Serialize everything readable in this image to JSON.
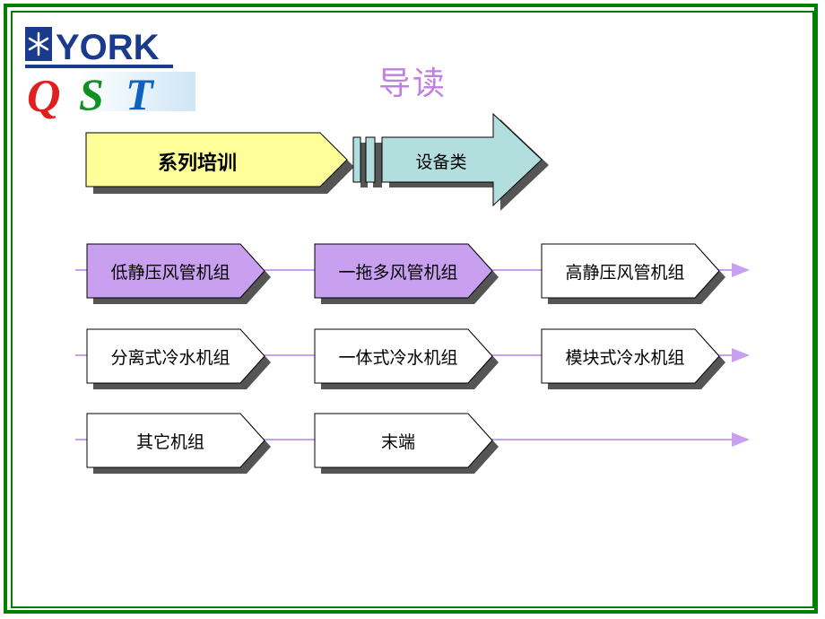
{
  "logo": {
    "brand": "YORK",
    "sub_letters": [
      "Q",
      "S",
      "T"
    ],
    "colors": {
      "q": "#e02020",
      "s": "#109020",
      "t": "#1060c0",
      "brand_blue": "#1a3a8c"
    }
  },
  "title": "导读",
  "header": {
    "series_label": "系列培训",
    "category_label": "设备类"
  },
  "rows": [
    [
      "低静压风管机组",
      "一拖多风管机组",
      "高静压风管机组"
    ],
    [
      "分离式冷水机组",
      "一体式冷水机组",
      "模块式冷水机组"
    ],
    [
      "其它机组",
      "末端"
    ]
  ],
  "colors": {
    "frame": "#008000",
    "series_fill": "#ffff99",
    "category_fill": "#b3dede",
    "highlight_fill": "#c9a0f0",
    "normal_fill": "#ffffff",
    "line": "#c9a0f0",
    "title": "#c080e0"
  }
}
